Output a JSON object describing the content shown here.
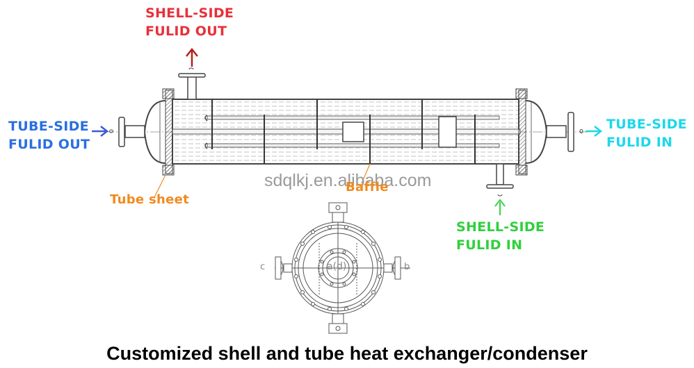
{
  "labels": {
    "shell_out_line1": "SHELL-SIDE",
    "shell_out_line2": "FULID OUT",
    "tube_out_line1": "TUBE-SIDE",
    "tube_out_line2": "FULID OUT",
    "tube_in_line1": "TUBE-SIDE",
    "tube_in_line2": "FULID IN",
    "shell_in_line1": "SHELL-SIDE",
    "shell_in_line2": "FULID IN",
    "tube_sheet": "Tube sheet",
    "baffle": "Baffle"
  },
  "end_view": {
    "left_mark": "c",
    "right_mark": "b",
    "center_mark": "a(d)"
  },
  "watermark": "sdqlkj.en.alibaba.com",
  "caption": "Customized shell and tube heat exchanger/condenser",
  "colors": {
    "shell_out": "#e8303a",
    "tube_out": "#2a6fe0",
    "tube_in": "#1ed7ea",
    "shell_in": "#2fd03c",
    "annotation": "#f08a1e"
  }
}
